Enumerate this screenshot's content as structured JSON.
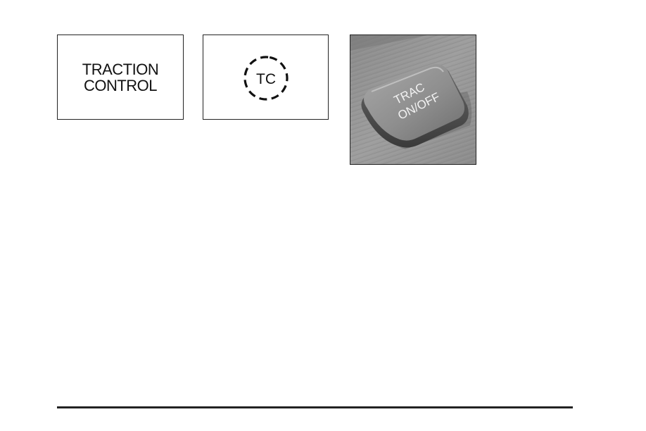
{
  "indicators": {
    "traction_label": "TRACTION\nCONTROL",
    "tc_symbol_text": "TC",
    "button_line1": "TRAC",
    "button_line2": "ON/OFF"
  },
  "colors": {
    "border": "#222222",
    "panel_bg": "#ffffff",
    "button_face": "#8f8f8f",
    "button_text": "#f2f2f2",
    "dash_surface": "#9a9a9a"
  },
  "icons": {
    "tc_symbol": "dashed-circle-icon"
  }
}
